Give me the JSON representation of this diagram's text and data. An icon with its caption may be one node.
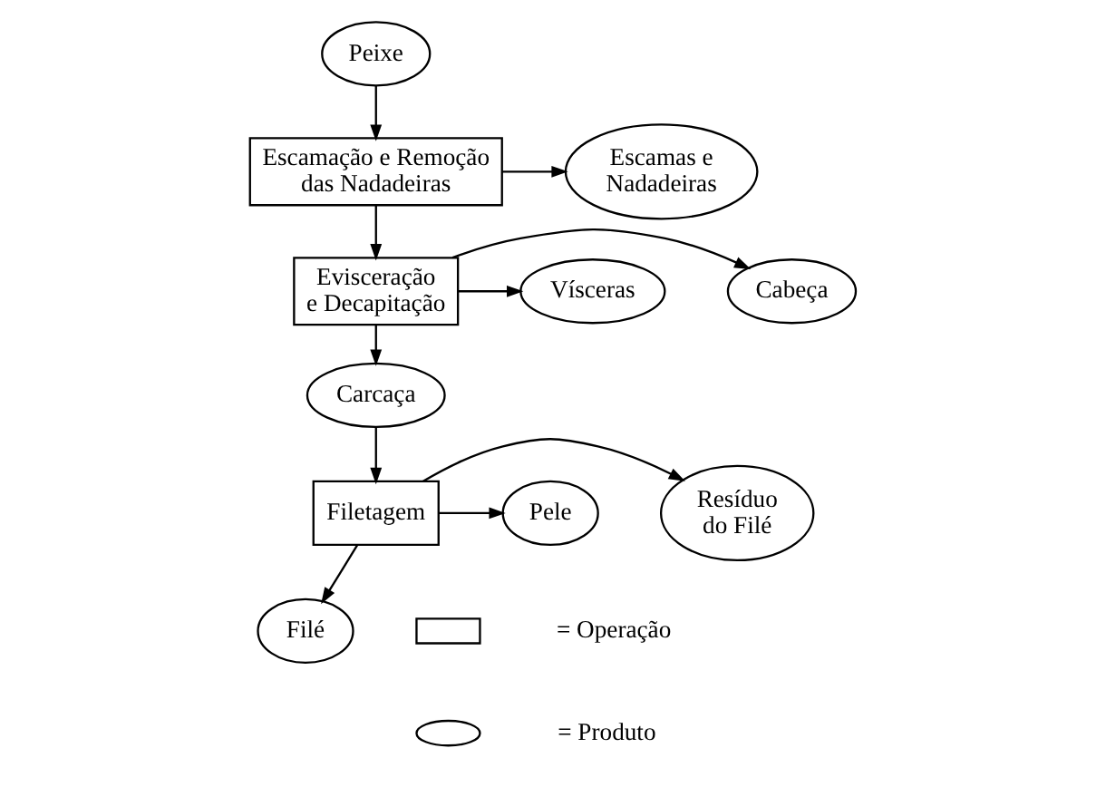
{
  "diagram": {
    "nodes": [
      {
        "text": [
          "Peixe"
        ]
      },
      {
        "text": [
          "Escamação e Remoção das Nadadeiras"
        ]
      },
      {
        "text": [
          "Escamas e Nadadeiras"
        ]
      },
      {
        "text": [
          "Cabeça"
        ]
      },
      {
        "text": [
          "Evisceração e Decapitação"
        ]
      },
      {
        "text": [
          "Vísceras"
        ]
      },
      {
        "text": [
          "Carcaça"
        ]
      },
      {
        "text": [
          "Resíduo do Filé"
        ]
      },
      {
        "text": [
          "Filetagem"
        ]
      },
      {
        "text": [
          "Pele"
        ]
      },
      {
        "text": [
          "Filé"
        ]
      }
    ],
    "edges": [
      {
        "from": 0,
        "to": 1,
        "arrow": "to"
      },
      {
        "from": 1,
        "to": 2,
        "arrow": "to"
      },
      {
        "from": 1,
        "to": 4,
        "arrow": "to"
      },
      {
        "from": 4,
        "to": 3,
        "arrow": "to"
      },
      {
        "from": 4,
        "to": 5,
        "arrow": "to"
      },
      {
        "from": 4,
        "to": 6,
        "arrow": "to"
      },
      {
        "from": 6,
        "to": 8,
        "arrow": "to"
      },
      {
        "from": 8,
        "to": 7,
        "arrow": "to"
      },
      {
        "from": 8,
        "to": 9,
        "arrow": "to"
      },
      {
        "from": 8,
        "to": 10,
        "arrow": "to"
      }
    ],
    "legend": [
      {
        "text": "= Operação"
      },
      {
        "text": "= Produto"
      }
    ]
  }
}
